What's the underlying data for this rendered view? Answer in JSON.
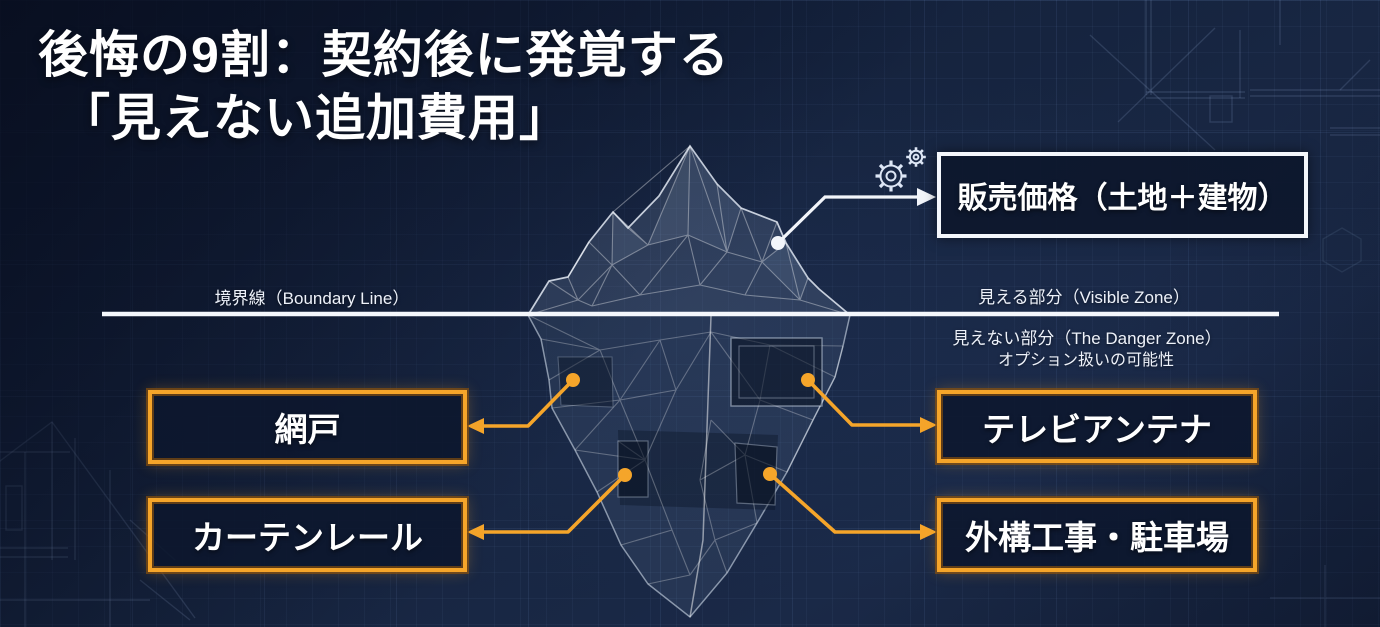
{
  "title": {
    "line1": "後悔の9割：契約後に発覚する",
    "line2": "「見えない追加費用」"
  },
  "labels": {
    "boundary": "境界線（Boundary Line）",
    "visible_zone": "見える部分（Visible Zone）",
    "hidden_zone": "見えない部分（The Danger Zone）",
    "hidden_zone_sub": "オプション扱いの可能性"
  },
  "boxes": {
    "sale": {
      "label": "販売価格（土地＋建物）"
    },
    "items": [
      {
        "label": "網戸",
        "position": "left-top"
      },
      {
        "label": "カーテンレール",
        "position": "left-bottom"
      },
      {
        "label": "テレビアンテナ",
        "position": "right-top"
      },
      {
        "label": "外構工事・駐車場",
        "position": "right-bottom"
      }
    ]
  },
  "icons": {
    "gears": "gears-icon"
  },
  "colors": {
    "background": "#16243F",
    "accent_orange": "#F5A52A",
    "line_white": "#FFFFFF",
    "box_fill": "#0D172D"
  }
}
